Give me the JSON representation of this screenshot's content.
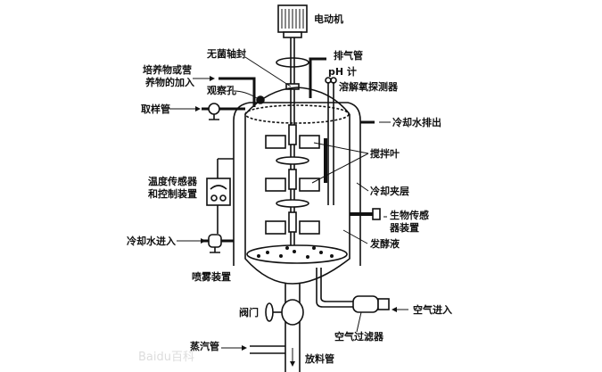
{
  "labels": {
    "motor": "电动机",
    "shaft_seal": "无菌轴封",
    "exhaust": "排气管",
    "ph_meter": "pH 计",
    "nutrient_add_1": "培养物或营",
    "nutrient_add_2": "养物的加入",
    "sight_glass": "观察孔",
    "do_probe": "溶解氧探测器",
    "sampling": "取样管",
    "cooling_out": "冷却水排出",
    "impeller": "搅拌叶",
    "temp_1": "温度传感器",
    "temp_2": "和控制装置",
    "jacket": "冷却夹层",
    "biosensor_1": "生物传感",
    "biosensor_2": "器装置",
    "cooling_in": "冷却水进入",
    "broth": "发酵液",
    "sparger": "喷雾装置",
    "air_in": "空气进入",
    "valve": "阀门",
    "air_filter": "空气过滤器",
    "steam": "蒸汽管",
    "discharge": "放料管"
  },
  "watermark": "Baidu百科"
}
